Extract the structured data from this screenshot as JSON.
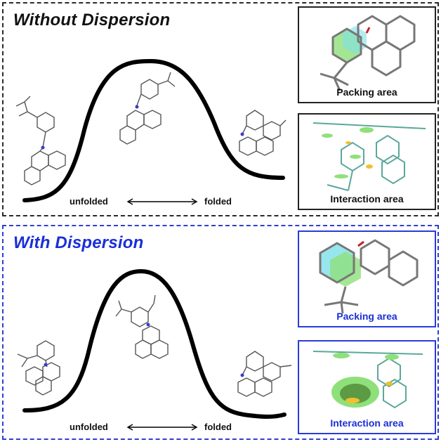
{
  "panels": [
    {
      "title": "Without Dispersion",
      "left_label": "unfolded",
      "right_label": "folded",
      "inset_top_caption": "Packing area",
      "inset_bottom_caption": "Interaction area",
      "accent": "#111111"
    },
    {
      "title": "With Dispersion",
      "left_label": "unfolded",
      "right_label": "folded",
      "inset_top_caption": "Packing area",
      "inset_bottom_caption": "Interaction area",
      "accent": "#1a2fd8"
    }
  ],
  "colors": {
    "top_border": "#2a2a2a",
    "bottom_border": "#2f3fd0",
    "curve": "#000000",
    "molecule": "#555555",
    "stick_teal": "#5aa89a",
    "highlight_green": "#8fe07a",
    "highlight_cyan": "#7ee0e8"
  }
}
